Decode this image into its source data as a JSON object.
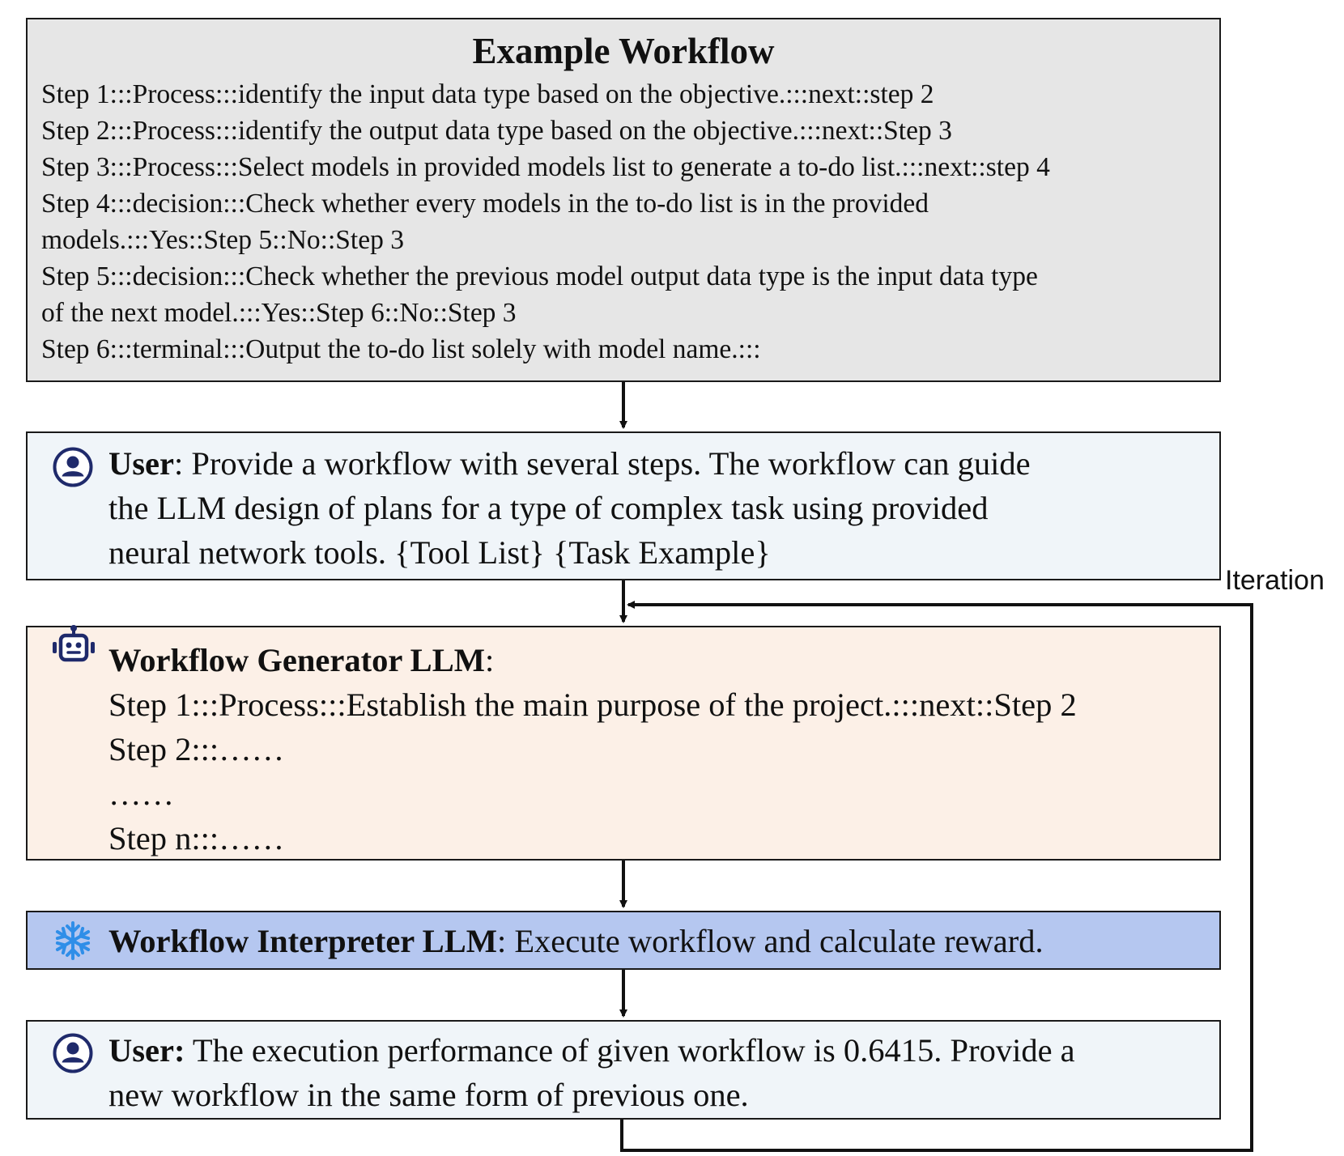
{
  "example_workflow": {
    "title": "Example Workflow",
    "steps": [
      "Step 1:::Process:::identify the input data type based on the objective.:::next::step 2",
      "Step 2:::Process:::identify the output data type based on the objective.:::next::Step 3",
      "Step 3:::Process:::Select models in provided models list to generate a to-do list.:::next::step 4",
      "Step 4:::decision:::Check whether every models in the to-do list is in the provided",
      "models.:::Yes::Step 5::No::Step 3",
      "Step 5:::decision:::Check whether the previous model output data type is the input data type",
      "of the next model.:::Yes::Step 6::No::Step 3",
      "Step 6:::terminal:::Output the to-do list solely with model name.:::"
    ]
  },
  "user_prompt": {
    "speaker": "User",
    "line1_rest": ": Provide a workflow with several steps. The workflow can guide",
    "line2": "the LLM design of plans for a type of complex task using provided",
    "line3": "neural network tools.  {Tool List}  {Task Example}"
  },
  "generator": {
    "title": "Workflow Generator LLM",
    "title_suffix": ":",
    "lines": [
      "Step 1:::Process:::Establish the main purpose of the project.:::next::Step 2",
      "Step 2:::……",
      "……",
      "Step n:::……"
    ]
  },
  "interpreter": {
    "title": "Workflow Interpreter LLM",
    "rest": ": Execute workflow and calculate reward."
  },
  "user_feedback": {
    "speaker": "User:",
    "line1_rest": " The execution performance of given workflow is 0.6415. Provide a",
    "line2": "new workflow in the same form of previous one."
  },
  "iteration_label": "Iteration",
  "colors": {
    "example_bg": "#e6e6e6",
    "user_bg": "#f0f5f9",
    "generator_bg": "#fcf0e7",
    "interpreter_bg": "#b5c7f0",
    "icon_navy": "#1f2a6b",
    "snowflake_blue": "#2f8ee8"
  },
  "icons": [
    "user-circle-icon",
    "robot-icon",
    "snowflake-icon"
  ]
}
